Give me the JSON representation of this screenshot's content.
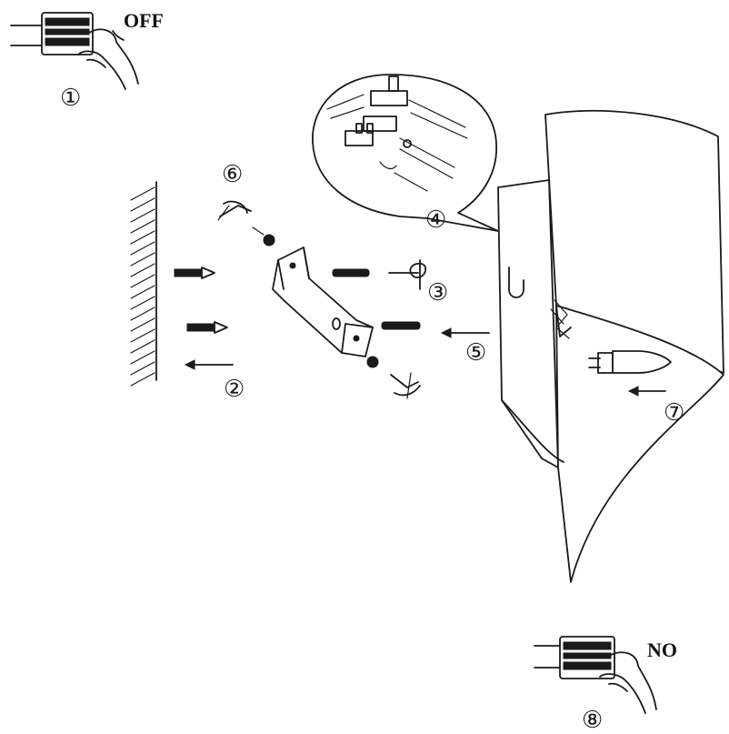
{
  "labels": {
    "switch_top": "OFF",
    "switch_bottom": "NO"
  },
  "steps": [
    "①",
    "②",
    "③",
    "④",
    "⑤",
    "⑥",
    "⑦",
    "⑧"
  ],
  "colors": {
    "ink": "#1a1a1a",
    "background": "#ffffff"
  }
}
